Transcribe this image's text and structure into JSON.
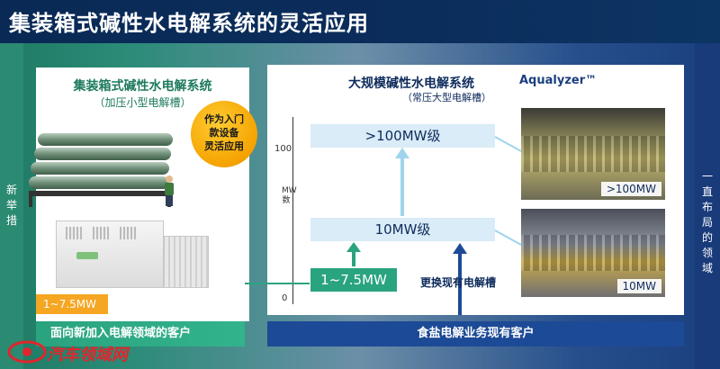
{
  "title": "集装箱式碱性水电解系统的灵活应用",
  "side_left_text": "新举措",
  "side_right_text": "一直布局的领域",
  "left_panel": {
    "title": "集装箱式碱性水电解系统",
    "subtitle": "（加压小型电解槽）",
    "badge_circle": [
      "作为入门",
      "款设备",
      "灵活应用"
    ],
    "capacity_badge": "1~7.5MW",
    "bottom_bar": "面向新加入电解领域的客户"
  },
  "right_panel": {
    "title": "大规模碱性水电解系统",
    "brand": "Aqualyzer™",
    "subtitle": "（常压大型电解槽）",
    "axis": {
      "unit": "MW数",
      "tick_100": "100",
      "tick_0": "0"
    },
    "levels": {
      "top": ">100MW级",
      "mid": "10MW级",
      "low": "1~7.5MW"
    },
    "replace_label": "更换现有电解槽",
    "photo_labels": {
      "top": ">100MW",
      "bottom": "10MW"
    },
    "bottom_bar": "食盐电解业务现有客户"
  },
  "watermark": "汽车领域网",
  "colors": {
    "title_bg": "#0b2d5c",
    "green": "#2aa37f",
    "navy": "#1d4a96",
    "orange": "#f5a623"
  }
}
